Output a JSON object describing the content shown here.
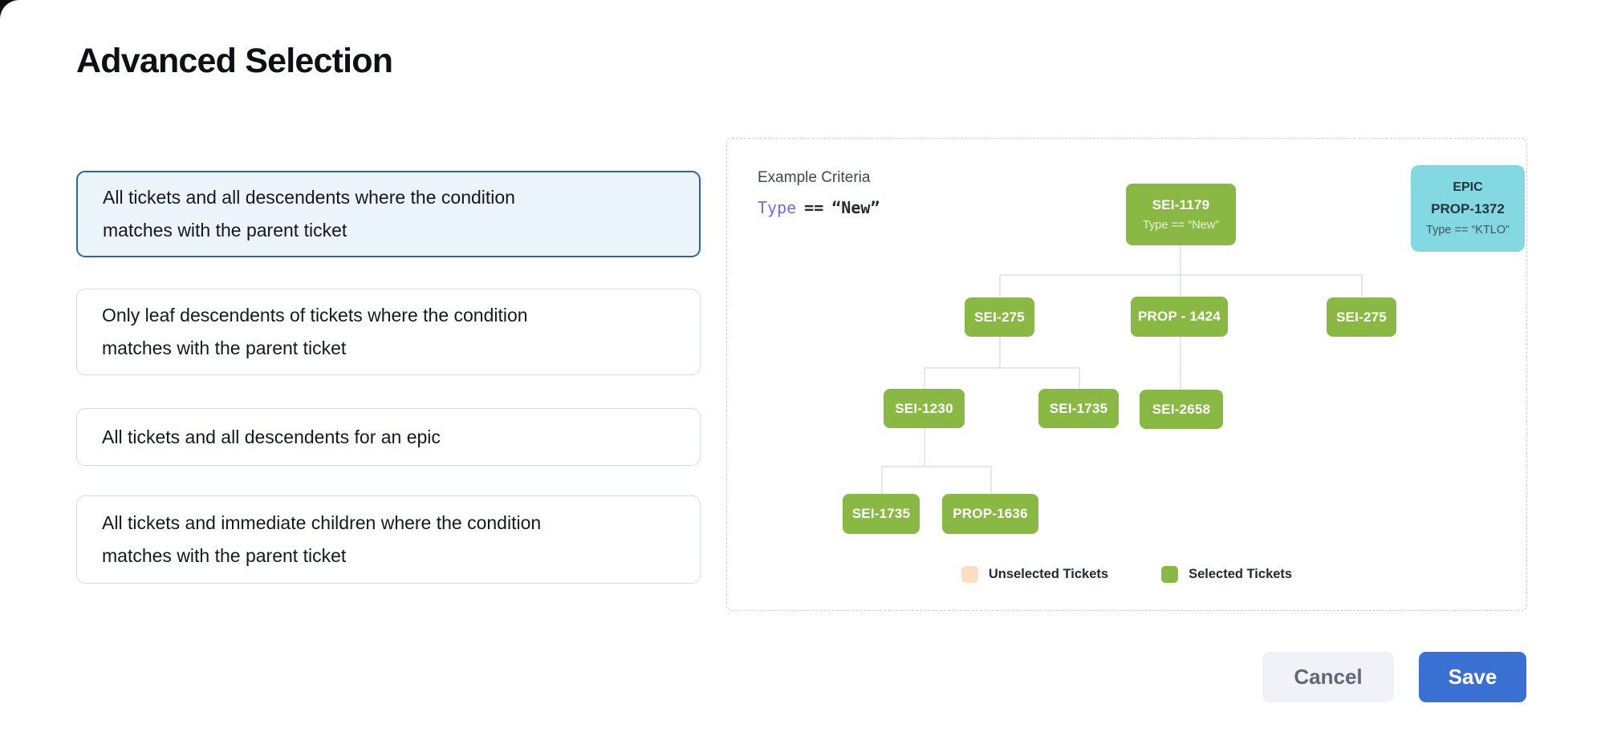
{
  "page": {
    "title": "Advanced Selection"
  },
  "options": [
    {
      "text": "All tickets and all descendents where the condition matches with the parent ticket",
      "selected": true
    },
    {
      "text": "Only leaf descendents of tickets where the condition matches with the parent ticket",
      "selected": false
    },
    {
      "text": "All tickets and all descendents for an epic",
      "selected": false
    },
    {
      "text": "All tickets and immediate children where the condition matches with the parent ticket",
      "selected": false
    }
  ],
  "example": {
    "heading": "Example Criteria",
    "criteria": {
      "field": "Type",
      "operator": "==",
      "value": "“New”"
    }
  },
  "epic_card": {
    "type_label": "EPIC",
    "id": "PROP-1372",
    "condition": "Type == “KTLO”"
  },
  "tree": {
    "root": {
      "label": "SEI-1179",
      "condition": "Type == “New”"
    },
    "level2": [
      "SEI-275",
      "PROP - 1424",
      "SEI-275"
    ],
    "level3": [
      "SEI-1230",
      "SEI-1735",
      "SEI-2658"
    ],
    "level4": [
      "SEI-1735",
      "PROP-1636"
    ]
  },
  "legend": [
    {
      "label": "Unselected Tickets",
      "color": "#fbdfc4"
    },
    {
      "label": "Selected Tickets",
      "color": "#8ab845"
    }
  ],
  "actions": {
    "cancel": "Cancel",
    "save": "Save"
  },
  "colors": {
    "selected_node_green": "#8ab845",
    "epic_cyan": "#84d8e2",
    "unselected_peach": "#fbdfc4",
    "save_blue": "#3b70d3",
    "selected_card_border": "#2b66ab",
    "selected_card_bg": "#ecf4fc",
    "criteria_field_indigo": "#6c6ff2"
  }
}
